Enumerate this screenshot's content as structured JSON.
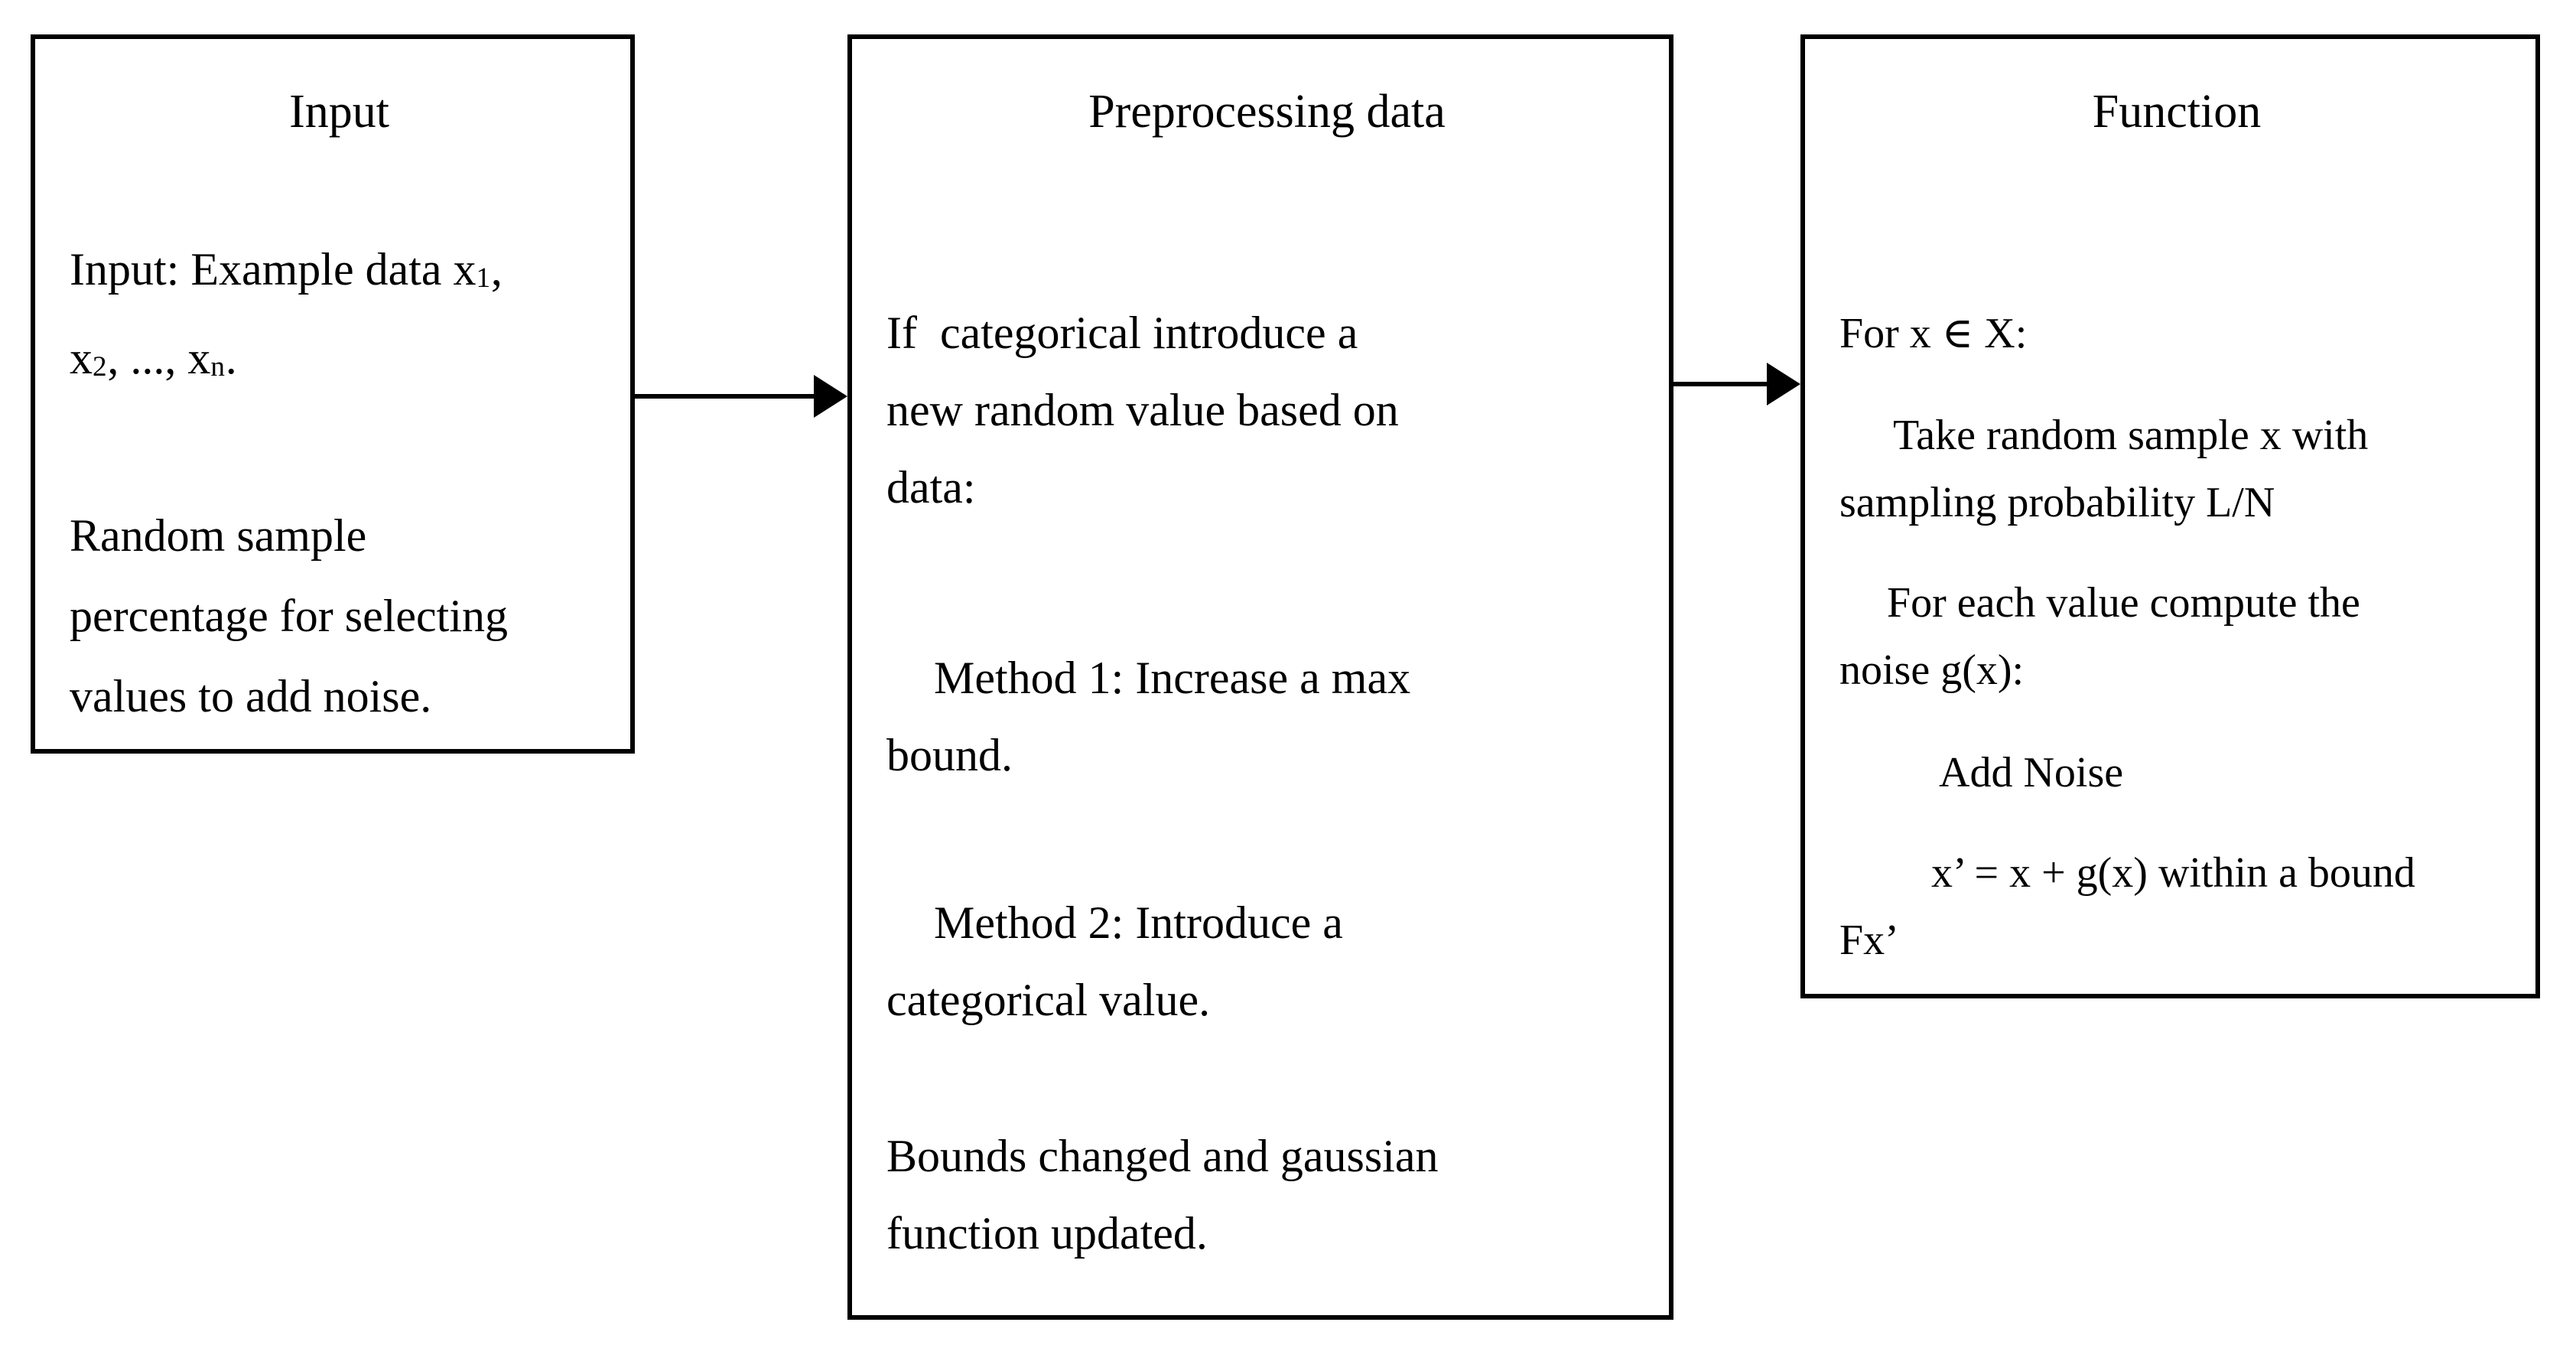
{
  "colors": {
    "background": "#ffffff",
    "border": "#000000",
    "text": "#000000"
  },
  "boxes": {
    "input": {
      "title": "Input",
      "p1_l1": {
        "a": "Input: Example data x",
        "sub_a": "1",
        "b": ","
      },
      "p1_l2": {
        "a": "x",
        "sub_a": "2",
        "b": ", ..., x",
        "sub_b": "n",
        "c": "."
      },
      "p2_l1": "Random sample",
      "p2_l2": "percentage for selecting",
      "p2_l3": "values to add noise."
    },
    "preprocessing": {
      "title": "Preprocessing data",
      "p1_l1": "If  categorical introduce a",
      "p1_l2": "new random value based on",
      "p1_l3": "data:",
      "p2_l1": "Method 1: Increase a max",
      "p2_l2": "bound.",
      "p3_l1": "Method 2: Introduce a",
      "p3_l2": "categorical value.",
      "p4_l1": "Bounds changed and gaussian",
      "p4_l2": "function updated."
    },
    "function": {
      "title": "Function",
      "p1_l1": "For x ∈ X:",
      "p2_l1": "Take random sample x with",
      "p2_l2": "sampling probability L/N",
      "p3_l1": "For each value compute the",
      "p3_l2": "noise g(x):",
      "p4_l1": "Add Noise",
      "p5_l1": "x’ = x + g(x) within a bound",
      "p5_l2": "Fx’"
    }
  },
  "connectors": {
    "input_to_preprocessing": "arrow-right",
    "preprocessing_to_function": "arrow-right"
  }
}
